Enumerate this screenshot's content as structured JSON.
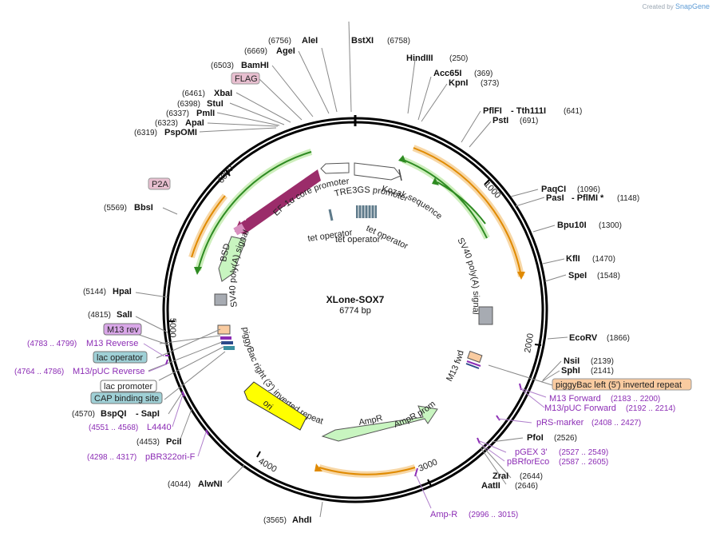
{
  "credit": {
    "prefix": "Created by",
    "brand": "SnapGene"
  },
  "plasmid": {
    "name": "XLone-SOX7",
    "size_label": "6774 bp",
    "length": 6774
  },
  "ticks": [
    "1000",
    "2000",
    "3000",
    "4000",
    "5000",
    "6000"
  ],
  "sites": [
    {
      "name": "AleI",
      "pos": "(6756)"
    },
    {
      "name": "BstXI",
      "pos": "(6758)"
    },
    {
      "name": "AgeI",
      "pos": "(6669)"
    },
    {
      "name": "BamHI",
      "pos": "(6503)"
    },
    {
      "name": "XbaI",
      "pos": "(6461)"
    },
    {
      "name": "StuI",
      "pos": "(6398)"
    },
    {
      "name": "PmlI",
      "pos": "(6337)"
    },
    {
      "name": "ApaI",
      "pos": "(6323)"
    },
    {
      "name": "PspOMI",
      "pos": "(6319)"
    },
    {
      "name": "BbsI",
      "pos": "(5569)"
    },
    {
      "name": "HpaI",
      "pos": "(5144)"
    },
    {
      "name": "SalI",
      "pos": "(4815)"
    },
    {
      "name": "BspQI",
      "pos": "(4570)"
    },
    {
      "name": "- SapI",
      "pos": ""
    },
    {
      "name": "PciI",
      "pos": "(4453)"
    },
    {
      "name": "AlwNI",
      "pos": "(4044)"
    },
    {
      "name": "AhdI",
      "pos": "(3565)"
    },
    {
      "name": "HindIII",
      "pos": "(250)"
    },
    {
      "name": "Acc65I",
      "pos": "(369)"
    },
    {
      "name": "KpnI",
      "pos": "(373)"
    },
    {
      "name": "PflFI",
      "pos": ""
    },
    {
      "name": "- Tth111I",
      "pos": "(641)"
    },
    {
      "name": "PstI",
      "pos": "(691)"
    },
    {
      "name": "PaqCI",
      "pos": "(1096)"
    },
    {
      "name": "PasI",
      "pos": ""
    },
    {
      "name": "- PflMI *",
      "pos": "(1148)"
    },
    {
      "name": "Bpu10I",
      "pos": "(1300)"
    },
    {
      "name": "KflI",
      "pos": "(1470)"
    },
    {
      "name": "SpeI",
      "pos": "(1548)"
    },
    {
      "name": "EcoRV",
      "pos": "(1866)"
    },
    {
      "name": "NsiI",
      "pos": "(2139)"
    },
    {
      "name": "SphI",
      "pos": "(2141)"
    },
    {
      "name": "PfoI",
      "pos": "(2526)"
    },
    {
      "name": "ZraI",
      "pos": "(2644)"
    },
    {
      "name": "AatII",
      "pos": "(2646)"
    }
  ],
  "primers": [
    {
      "name": "M13 Reverse",
      "pos": "(4783 .. 4799)"
    },
    {
      "name": "M13/pUC Reverse",
      "pos": "(4764 .. 4786)"
    },
    {
      "name": "L4440",
      "pos": "(4551 .. 4568)"
    },
    {
      "name": "pBR322ori-F",
      "pos": "(4298 .. 4317)"
    },
    {
      "name": "M13 Forward",
      "pos": "(2183 .. 2200)"
    },
    {
      "name": "M13/pUC Forward",
      "pos": "(2192 .. 2214)"
    },
    {
      "name": "pRS-marker",
      "pos": "(2408 .. 2427)"
    },
    {
      "name": "pGEX 3'",
      "pos": "(2527 .. 2549)"
    },
    {
      "name": "pBRforEco",
      "pos": "(2587 .. 2605)"
    },
    {
      "name": "Amp-R",
      "pos": "(2996 .. 3015)"
    }
  ],
  "boxed_features": [
    {
      "text": "FLAG",
      "color": "#e8bfd0"
    },
    {
      "text": "P2A",
      "color": "#e8bfd0"
    },
    {
      "text": "M13 rev",
      "color": "#d9a7e8"
    },
    {
      "text": "lac operator",
      "color": "#9fd0d6"
    },
    {
      "text": "lac promoter",
      "color": "#ffffff"
    },
    {
      "text": "CAP binding site",
      "color": "#9fd0d6"
    },
    {
      "text": "piggyBac left (5') inverted repeat",
      "color": "#f9cba0"
    }
  ],
  "inner_features": {
    "tet_on": "Tet-On® 3G",
    "ef1a": "EF-1α core promoter",
    "tre3gs": "TRE3GS promoter",
    "kozak": "Kozak sequence",
    "tet_op_1": "tet operator",
    "tet_op_2": "tet operator",
    "tet_op_3": "tet operator",
    "bsd": "BSD",
    "sv40_left": "SV40 poly(A) signal",
    "sv40_right": "SV40 poly(A) signal",
    "piggybac_right": "piggyBac right (3') inverted repeat",
    "ori": "ori",
    "ampr": "AmpR",
    "ampr_promoter": "AmpR promoter",
    "m13_fwd": "M13 fwd"
  },
  "colors": {
    "tet_on": "#9b2c6a",
    "bsd": "#c8f5c0",
    "ampr": "#c8f5c0",
    "ori": "#ffff00",
    "green_arc": "#2e8b22",
    "orange_arc": "#e08a00",
    "primer": "#8c2db5"
  }
}
